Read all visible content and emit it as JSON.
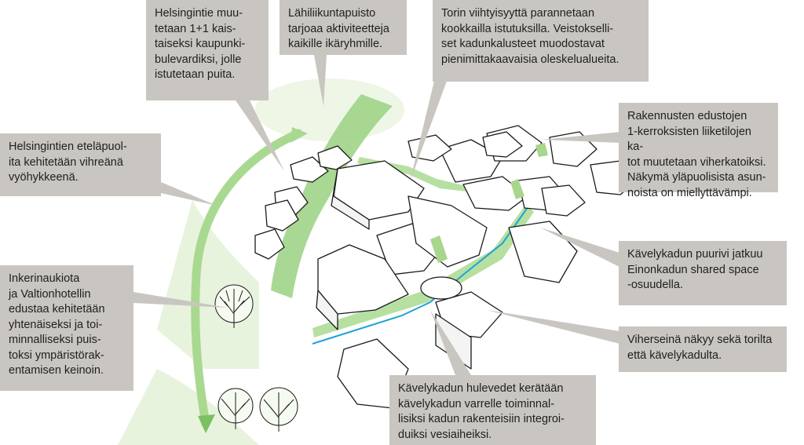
{
  "annotations": {
    "helsingintie_boulevard": "Helsingintie muu-\ntetaan 1+1 kais-\ntaiseksi kaupunki-\nbulevardiksi, jolle\nistutetaan puita.",
    "lahiliikuntapuisto": "Lähiliikuntapuisto\ntarjoaa aktiviteetteja\nkaikille ikäryhmille.",
    "torin_viihtyisyys": "Torin viihtyisyyttä parannetaan\nkookkailla istutuksilla. Veistokselli-\nset kadunkalusteet muodostavat\npienimittakaavaisia oleskelualueita.",
    "rakennusten_edustat": "Rakennusten edustojen\n1-kerroksisten liiketilojen ka-\ntot muutetaan viherkatoiksi.\nNäkymä yläpuolisista asun-\nnoista  on miellyttävämpi.",
    "helsingintien_etelapuoli": "Helsingintien eteläpuol-\nita kehitetään vihreänä\nvyöhykkeenä.",
    "kavelykadun_puurivi": "Kävelykadun puurivi jatkuu\nEinonkadun shared space\n-osuudella.",
    "inkerinaukio": "Inkerinaukiota\nja Valtionhotellin\nedustaa kehitetään\nyhtenäiseksi ja toi-\nminnalliseksi puis-\ntoksi ympäristörak-\nentamisen keinoin.",
    "viherseina": "Viherseinä näkyy sekä torilta\nettä kävelykadulta.",
    "hulevedet": "Kävelykadun hulevedet kerätään\nkävelykadun varrelle toiminnal-\nlisiksi kadun rakenteisiin integroi-\nduiksi vesiaiheiksi."
  },
  "colors": {
    "callout_box": "#c9c6c1",
    "callout_pointer": "#c9c6c1",
    "green_zone": "#8ed07a",
    "green_light": "#e4f1d9",
    "water_line": "#1fa3d6",
    "building_stroke": "#1a1a1a"
  }
}
